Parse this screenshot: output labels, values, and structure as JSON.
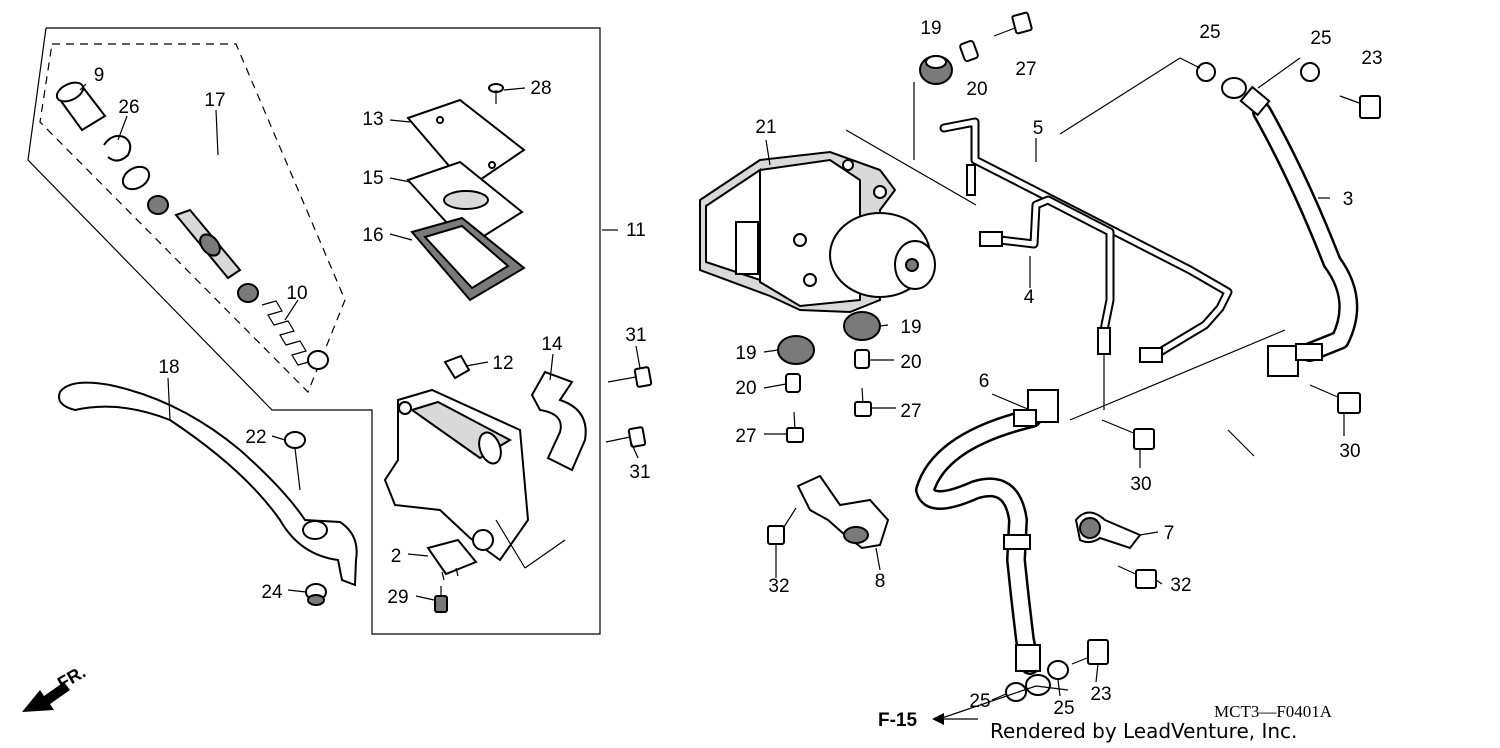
{
  "parts": [
    {
      "id": "p1",
      "label": "9"
    },
    {
      "id": "p2",
      "label": "26"
    },
    {
      "id": "p3",
      "label": "17"
    },
    {
      "id": "p4",
      "label": "28"
    },
    {
      "id": "p5",
      "label": "13"
    },
    {
      "id": "p6",
      "label": "15"
    },
    {
      "id": "p7",
      "label": "16"
    },
    {
      "id": "p8",
      "label": "11"
    },
    {
      "id": "p9",
      "label": "10"
    },
    {
      "id": "p10",
      "label": "14"
    },
    {
      "id": "p11",
      "label": "31"
    },
    {
      "id": "p12",
      "label": "12"
    },
    {
      "id": "p13",
      "label": "18"
    },
    {
      "id": "p14",
      "label": "22"
    },
    {
      "id": "p15",
      "label": "31"
    },
    {
      "id": "p16",
      "label": "2"
    },
    {
      "id": "p17",
      "label": "24"
    },
    {
      "id": "p18",
      "label": "29"
    },
    {
      "id": "p19",
      "label": "19"
    },
    {
      "id": "p20",
      "label": "27"
    },
    {
      "id": "p21",
      "label": "20"
    },
    {
      "id": "p22",
      "label": "25"
    },
    {
      "id": "p23",
      "label": "25"
    },
    {
      "id": "p24",
      "label": "23"
    },
    {
      "id": "p25",
      "label": "21"
    },
    {
      "id": "p26",
      "label": "5"
    },
    {
      "id": "p27",
      "label": "3"
    },
    {
      "id": "p28",
      "label": "4"
    },
    {
      "id": "p29",
      "label": "19"
    },
    {
      "id": "p30",
      "label": "19"
    },
    {
      "id": "p31",
      "label": "20"
    },
    {
      "id": "p32",
      "label": "20"
    },
    {
      "id": "p33",
      "label": "27"
    },
    {
      "id": "p34",
      "label": "27"
    },
    {
      "id": "p35",
      "label": "6"
    },
    {
      "id": "p36",
      "label": "30"
    },
    {
      "id": "p37",
      "label": "30"
    },
    {
      "id": "p38",
      "label": "7"
    },
    {
      "id": "p39",
      "label": "32"
    },
    {
      "id": "p40",
      "label": "8"
    },
    {
      "id": "p41",
      "label": "32"
    },
    {
      "id": "p42",
      "label": "25"
    },
    {
      "id": "p43",
      "label": "25"
    },
    {
      "id": "p44",
      "label": "23"
    }
  ],
  "footer": {
    "diagram_code": "MCT3—F0401A",
    "credit": "Rendered by LeadVenture, Inc.",
    "page_ref": "F-15",
    "direction_label": "FR."
  }
}
